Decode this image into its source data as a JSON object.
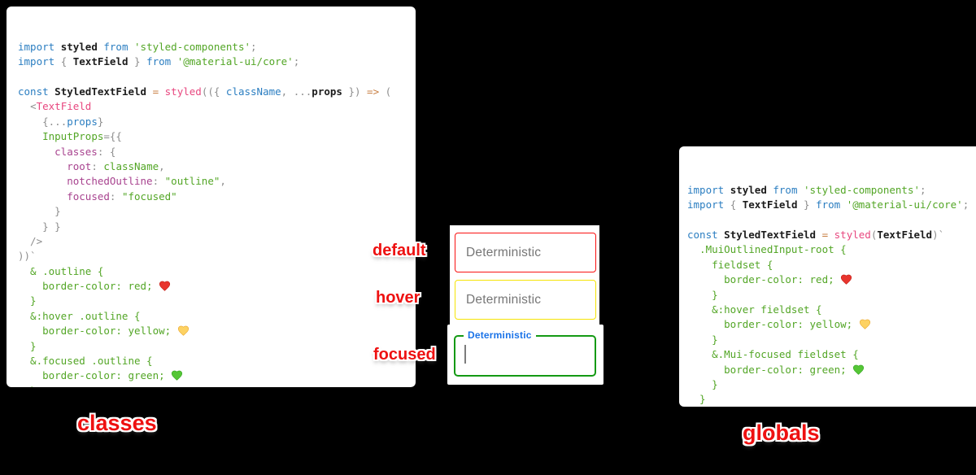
{
  "captions": {
    "left": "classes",
    "right": "globals"
  },
  "syntax_colors": {
    "keyword_blue": "#2b7ec1",
    "identifier_black": "#1c1c1c",
    "function_pink": "#e8477f",
    "object_key_purple": "#a8438f",
    "string_green": "#53a626",
    "operator_orange": "#c87f43",
    "punctuation_gray": "#8e8e8e"
  },
  "demo": {
    "fields": [
      {
        "state_label": "default",
        "placeholder": "Deterministic",
        "border_color": "#fa1111"
      },
      {
        "state_label": "hover",
        "placeholder": "Deterministic",
        "border_color": "#f6e405"
      },
      {
        "state_label": "focused",
        "label": "Deterministic",
        "border_color": "#149a14",
        "label_color": "#1a73e8",
        "caret_color": "#7d7d7d"
      }
    ]
  },
  "classes_code": {
    "lines": [
      [
        {
          "t": "import",
          "c": "kw"
        },
        {
          "t": " ",
          "c": "pl"
        },
        {
          "t": "styled",
          "c": "id"
        },
        {
          "t": " ",
          "c": "pl"
        },
        {
          "t": "from",
          "c": "kw"
        },
        {
          "t": " ",
          "c": "pl"
        },
        {
          "t": "'styled-components'",
          "c": "str"
        },
        {
          "t": ";",
          "c": "pun"
        }
      ],
      [
        {
          "t": "import",
          "c": "kw"
        },
        {
          "t": " ",
          "c": "pl"
        },
        {
          "t": "{ ",
          "c": "pun"
        },
        {
          "t": "TextField",
          "c": "id"
        },
        {
          "t": " }",
          "c": "pun"
        },
        {
          "t": " ",
          "c": "pl"
        },
        {
          "t": "from",
          "c": "kw"
        },
        {
          "t": " ",
          "c": "pl"
        },
        {
          "t": "'@material-ui/core'",
          "c": "str"
        },
        {
          "t": ";",
          "c": "pun"
        }
      ],
      [],
      [
        {
          "t": "const",
          "c": "kw"
        },
        {
          "t": " ",
          "c": "pl"
        },
        {
          "t": "StyledTextField",
          "c": "id"
        },
        {
          "t": " ",
          "c": "pl"
        },
        {
          "t": "=",
          "c": "op"
        },
        {
          "t": " ",
          "c": "pl"
        },
        {
          "t": "styled",
          "c": "fn"
        },
        {
          "t": "(({ ",
          "c": "pun"
        },
        {
          "t": "className",
          "c": "kw"
        },
        {
          "t": ", ",
          "c": "pun"
        },
        {
          "t": "...",
          "c": "pun"
        },
        {
          "t": "props",
          "c": "id"
        },
        {
          "t": " }) ",
          "c": "pun"
        },
        {
          "t": "=>",
          "c": "op"
        },
        {
          "t": " (",
          "c": "pun"
        }
      ],
      [
        {
          "t": "  ",
          "c": "pl"
        },
        {
          "t": "<",
          "c": "pun"
        },
        {
          "t": "TextField",
          "c": "fn"
        }
      ],
      [
        {
          "t": "    ",
          "c": "pl"
        },
        {
          "t": "{",
          "c": "pun"
        },
        {
          "t": "...",
          "c": "pun"
        },
        {
          "t": "props",
          "c": "kw"
        },
        {
          "t": "}",
          "c": "pun"
        }
      ],
      [
        {
          "t": "    ",
          "c": "pl"
        },
        {
          "t": "InputProps",
          "c": "str"
        },
        {
          "t": "={{",
          "c": "pun"
        }
      ],
      [
        {
          "t": "      ",
          "c": "pl"
        },
        {
          "t": "classes",
          "c": "key"
        },
        {
          "t": ": {",
          "c": "pun"
        }
      ],
      [
        {
          "t": "        ",
          "c": "pl"
        },
        {
          "t": "root",
          "c": "key"
        },
        {
          "t": ": ",
          "c": "pun"
        },
        {
          "t": "className",
          "c": "str"
        },
        {
          "t": ",",
          "c": "pun"
        }
      ],
      [
        {
          "t": "        ",
          "c": "pl"
        },
        {
          "t": "notchedOutline",
          "c": "key"
        },
        {
          "t": ": ",
          "c": "pun"
        },
        {
          "t": "\"outline\"",
          "c": "str"
        },
        {
          "t": ",",
          "c": "pun"
        }
      ],
      [
        {
          "t": "        ",
          "c": "pl"
        },
        {
          "t": "focused",
          "c": "key"
        },
        {
          "t": ": ",
          "c": "pun"
        },
        {
          "t": "\"focused\"",
          "c": "str"
        }
      ],
      [
        {
          "t": "      }",
          "c": "pun"
        }
      ],
      [
        {
          "t": "    } }",
          "c": "pun"
        }
      ],
      [
        {
          "t": "  />",
          "c": "pun"
        }
      ],
      [
        {
          "t": "))`",
          "c": "pun"
        }
      ],
      [
        {
          "t": "  & .outline {",
          "c": "css"
        }
      ],
      [
        {
          "t": "    border-color: red; ",
          "c": "css"
        },
        {
          "icon": "heart",
          "name": "red-heart-emoji",
          "fill": "#e8352e",
          "stroke": "#c42018"
        }
      ],
      [
        {
          "t": "  }",
          "c": "css"
        }
      ],
      [
        {
          "t": "  &:hover .outline {",
          "c": "css"
        }
      ],
      [
        {
          "t": "    border-color: yellow; ",
          "c": "css"
        },
        {
          "icon": "heart",
          "name": "yellow-heart-emoji",
          "fill": "#fdd263",
          "stroke": "#eaa932"
        }
      ],
      [
        {
          "t": "  }",
          "c": "css"
        }
      ],
      [
        {
          "t": "  &.focused .outline {",
          "c": "css"
        }
      ],
      [
        {
          "t": "    border-color: green; ",
          "c": "css"
        },
        {
          "icon": "heart",
          "name": "green-heart-emoji",
          "fill": "#55c636",
          "stroke": "#38a626"
        }
      ],
      [
        {
          "t": "  }",
          "c": "css"
        }
      ],
      [
        {
          "t": "`;",
          "c": "pun"
        }
      ]
    ]
  },
  "globals_code": {
    "lines": [
      [
        {
          "t": "import",
          "c": "kw"
        },
        {
          "t": " ",
          "c": "pl"
        },
        {
          "t": "styled",
          "c": "id"
        },
        {
          "t": " ",
          "c": "pl"
        },
        {
          "t": "from",
          "c": "kw"
        },
        {
          "t": " ",
          "c": "pl"
        },
        {
          "t": "'styled-components'",
          "c": "str"
        },
        {
          "t": ";",
          "c": "pun"
        }
      ],
      [
        {
          "t": "import",
          "c": "kw"
        },
        {
          "t": " ",
          "c": "pl"
        },
        {
          "t": "{ ",
          "c": "pun"
        },
        {
          "t": "TextField",
          "c": "id"
        },
        {
          "t": " }",
          "c": "pun"
        },
        {
          "t": " ",
          "c": "pl"
        },
        {
          "t": "from",
          "c": "kw"
        },
        {
          "t": " ",
          "c": "pl"
        },
        {
          "t": "'@material-ui/core'",
          "c": "str"
        },
        {
          "t": ";",
          "c": "pun"
        }
      ],
      [],
      [
        {
          "t": "const",
          "c": "kw"
        },
        {
          "t": " ",
          "c": "pl"
        },
        {
          "t": "StyledTextField",
          "c": "id"
        },
        {
          "t": " ",
          "c": "pl"
        },
        {
          "t": "=",
          "c": "op"
        },
        {
          "t": " ",
          "c": "pl"
        },
        {
          "t": "styled",
          "c": "fn"
        },
        {
          "t": "(",
          "c": "pun"
        },
        {
          "t": "TextField",
          "c": "id"
        },
        {
          "t": ")`",
          "c": "pun"
        }
      ],
      [
        {
          "t": "  .MuiOutlinedInput-root {",
          "c": "css"
        }
      ],
      [
        {
          "t": "    fieldset {",
          "c": "css"
        }
      ],
      [
        {
          "t": "      border-color: red; ",
          "c": "css"
        },
        {
          "icon": "heart",
          "name": "red-heart-emoji",
          "fill": "#e8352e",
          "stroke": "#c42018"
        }
      ],
      [
        {
          "t": "    }",
          "c": "css"
        }
      ],
      [
        {
          "t": "    &:hover fieldset {",
          "c": "css"
        }
      ],
      [
        {
          "t": "      border-color: yellow; ",
          "c": "css"
        },
        {
          "icon": "heart",
          "name": "yellow-heart-emoji",
          "fill": "#fdd263",
          "stroke": "#eaa932"
        }
      ],
      [
        {
          "t": "    }",
          "c": "css"
        }
      ],
      [
        {
          "t": "    &.Mui-focused fieldset {",
          "c": "css"
        }
      ],
      [
        {
          "t": "      border-color: green; ",
          "c": "css"
        },
        {
          "icon": "heart",
          "name": "green-heart-emoji",
          "fill": "#55c636",
          "stroke": "#38a626"
        }
      ],
      [
        {
          "t": "    }",
          "c": "css"
        }
      ],
      [
        {
          "t": "  }",
          "c": "css"
        }
      ],
      [
        {
          "t": "`;",
          "c": "pun"
        }
      ]
    ]
  }
}
